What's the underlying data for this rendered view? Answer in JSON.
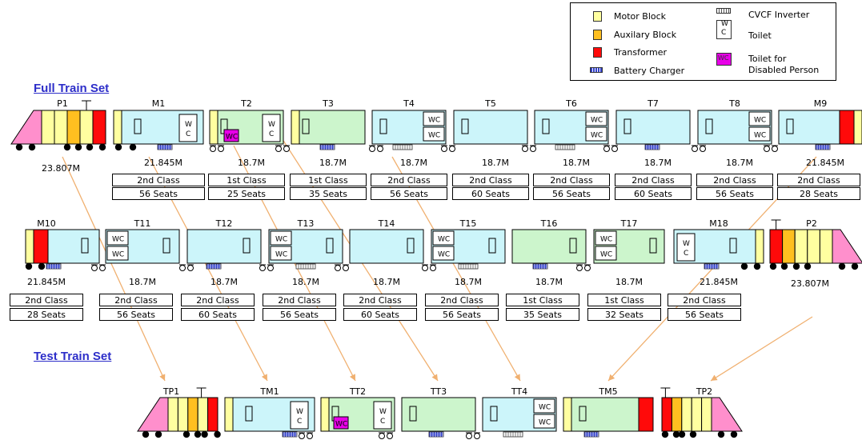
{
  "titles": {
    "full": "Full Train Set",
    "test": "Test Train Set"
  },
  "legend": {
    "motor": "Motor Block",
    "auxiliary": "Auxilary Block",
    "transformer": "Transformer",
    "battery": "Battery Charger",
    "inverter": "CVCF Inverter",
    "toilet": "Toilet",
    "toilet_disabled_1": "Toilet for",
    "toilet_disabled_2": "Disabled Person",
    "wc_symbol": "WC",
    "w_symbol": "W",
    "c_symbol": "C"
  },
  "colors": {
    "cyan": "#ccf5fa",
    "green": "#ccf5cc",
    "motor": "#ffffa0",
    "aux": "#ffbf20",
    "transformer": "#ff0a0a",
    "nose": "#ff8fcc",
    "battery": "#3341cc",
    "wc_disabled": "#e800e8",
    "arrow": "#f0b070"
  },
  "row1": [
    {
      "name": "P1",
      "type": "power",
      "length": "23.807M"
    },
    {
      "name": "M1",
      "type": "car",
      "length": "21.845M",
      "class": "2nd Class",
      "seats": "56 Seats"
    },
    {
      "name": "T2",
      "type": "car",
      "length": "18.7M",
      "class": "1st Class",
      "seats": "25 Seats"
    },
    {
      "name": "T3",
      "type": "car",
      "length": "18.7M",
      "class": "1st Class",
      "seats": "35 Seats"
    },
    {
      "name": "T4",
      "type": "car",
      "length": "18.7M",
      "class": "2nd Class",
      "seats": "56 Seats"
    },
    {
      "name": "T5",
      "type": "car",
      "length": "18.7M",
      "class": "2nd Class",
      "seats": "60 Seats"
    },
    {
      "name": "T6",
      "type": "car",
      "length": "18.7M",
      "class": "2nd Class",
      "seats": "56 Seats"
    },
    {
      "name": "T7",
      "type": "car",
      "length": "18.7M",
      "class": "2nd Class",
      "seats": "60 Seats"
    },
    {
      "name": "T8",
      "type": "car",
      "length": "18.7M",
      "class": "2nd Class",
      "seats": "56 Seats"
    },
    {
      "name": "M9",
      "type": "car",
      "length": "21.845M",
      "class": "2nd Class",
      "seats": "28 Seats"
    }
  ],
  "row2": [
    {
      "name": "M10",
      "type": "car",
      "length": "21.845M",
      "class": "2nd Class",
      "seats": "28 Seats"
    },
    {
      "name": "T11",
      "type": "car",
      "length": "18.7M",
      "class": "2nd Class",
      "seats": "56 Seats"
    },
    {
      "name": "T12",
      "type": "car",
      "length": "18.7M",
      "class": "2nd Class",
      "seats": "60 Seats"
    },
    {
      "name": "T13",
      "type": "car",
      "length": "18.7M",
      "class": "2nd Class",
      "seats": "56 Seats"
    },
    {
      "name": "T14",
      "type": "car",
      "length": "18.7M",
      "class": "2nd Class",
      "seats": "60 Seats"
    },
    {
      "name": "T15",
      "type": "car",
      "length": "18.7M",
      "class": "2nd Class",
      "seats": "56 Seats"
    },
    {
      "name": "T16",
      "type": "car",
      "length": "18.7M",
      "class": "1st Class",
      "seats": "35 Seats"
    },
    {
      "name": "T17",
      "type": "car",
      "length": "18.7M",
      "class": "1st Class",
      "seats": "32 Seats"
    },
    {
      "name": "M18",
      "type": "car",
      "length": "21.845M",
      "class": "2nd Class",
      "seats": "56 Seats"
    },
    {
      "name": "P2",
      "type": "power",
      "length": "23.807M"
    }
  ],
  "row3": [
    {
      "name": "TP1",
      "type": "power"
    },
    {
      "name": "TM1",
      "type": "car"
    },
    {
      "name": "TT2",
      "type": "car"
    },
    {
      "name": "TT3",
      "type": "car"
    },
    {
      "name": "TT4",
      "type": "car"
    },
    {
      "name": "TM5",
      "type": "car"
    },
    {
      "name": "TP2",
      "type": "power"
    }
  ]
}
